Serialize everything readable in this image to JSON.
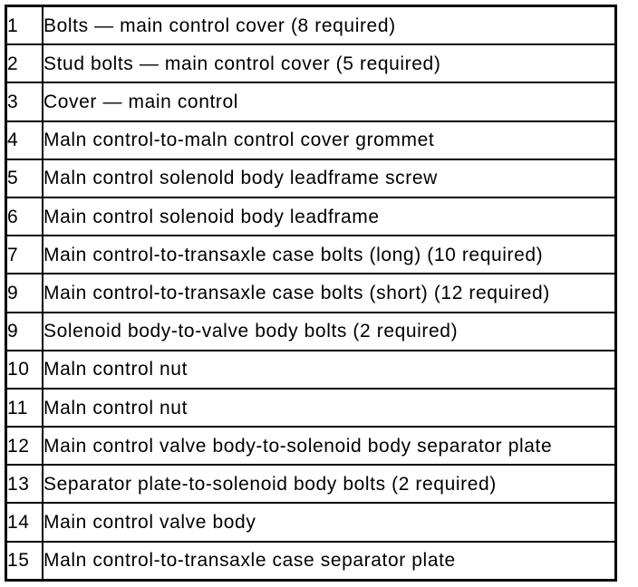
{
  "document": {
    "kind": "parts-legend-table",
    "colors": {
      "background": "#ffffff",
      "border": "#000000",
      "text": "#000000"
    },
    "columns": [
      "item_number",
      "description"
    ],
    "rows": [
      {
        "num": "1",
        "desc": "Bolts — main control cover (8 required)"
      },
      {
        "num": "2",
        "desc": "Stud bolts — main control cover (5 required)"
      },
      {
        "num": "3",
        "desc": "Cover — main control"
      },
      {
        "num": "4",
        "desc": "Maln control-to-maln control cover grommet"
      },
      {
        "num": "5",
        "desc": "Maln control solenold body leadframe screw"
      },
      {
        "num": "6",
        "desc": "Main control solenoid body leadframe"
      },
      {
        "num": "7",
        "desc": "Main control-to-transaxle case bolts (long) (10 required)"
      },
      {
        "num": "9",
        "desc": "Main control-to-transaxle case bolts (short) (12 required)"
      },
      {
        "num": "9",
        "desc": "Solenoid body-to-valve body bolts (2 required)"
      },
      {
        "num": "10",
        "desc": "Maln control nut"
      },
      {
        "num": "11",
        "desc": "Maln control nut"
      },
      {
        "num": "12",
        "desc": "Main control valve body-to-solenoid body separator plate"
      },
      {
        "num": "13",
        "desc": "Separator plate-to-solenoid body bolts (2 required)"
      },
      {
        "num": "14",
        "desc": "Main control valve body"
      },
      {
        "num": "15",
        "desc": "Maln control-to-transaxle case separator plate"
      }
    ]
  }
}
